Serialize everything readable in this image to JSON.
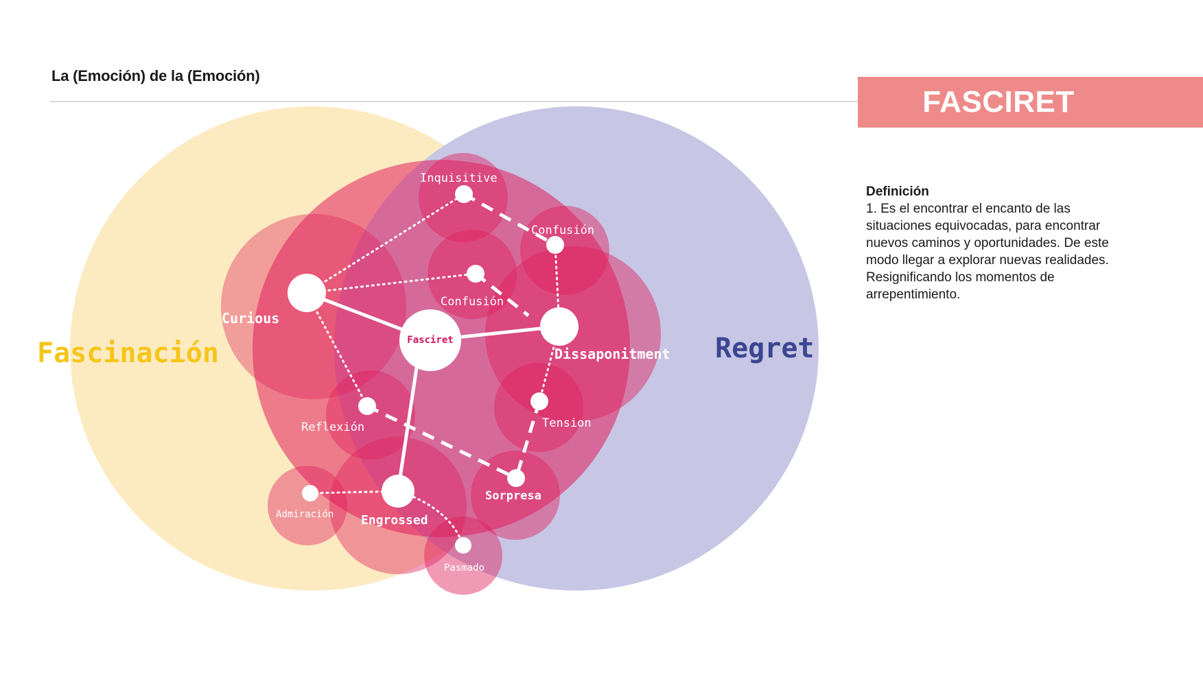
{
  "page": {
    "title": "La (Emoción) de la (Emoción)"
  },
  "banner": {
    "text": "FASCIRET",
    "color": "#ee8b8a"
  },
  "definition": {
    "heading": "Definición",
    "body": "1. Es el encontrar el encanto de las situaciones equivocadas, para encontrar nuevos caminos y oportunidades. De este modo llegar a explorar nuevas realidades. Resignificando los momentos de arrepentimiento."
  },
  "diagram": {
    "big_circles": {
      "fascinacion": {
        "label": "Fascinación",
        "color": "#f5c518",
        "fill": "#fcebc1"
      },
      "regret": {
        "label": "Regret",
        "color": "#3b4590",
        "fill": "#c6c5e4"
      }
    },
    "center_node": "Fasciret",
    "nodes": {
      "curious": "Curious",
      "dissapointment": "Dissaponitment",
      "engrossed": "Engrossed",
      "inquisitive": "Inquisitive",
      "confusion_top": "Confusión",
      "confusion_mid": "Confusión",
      "reflexion": "Reflexión",
      "tension": "Tension",
      "sorpresa": "Sorpresa",
      "admiracion": "Admiración",
      "pasmado": "Pasmado"
    },
    "colors": {
      "bubble": "#e01f5c",
      "accent_text": "#d0125a"
    }
  }
}
